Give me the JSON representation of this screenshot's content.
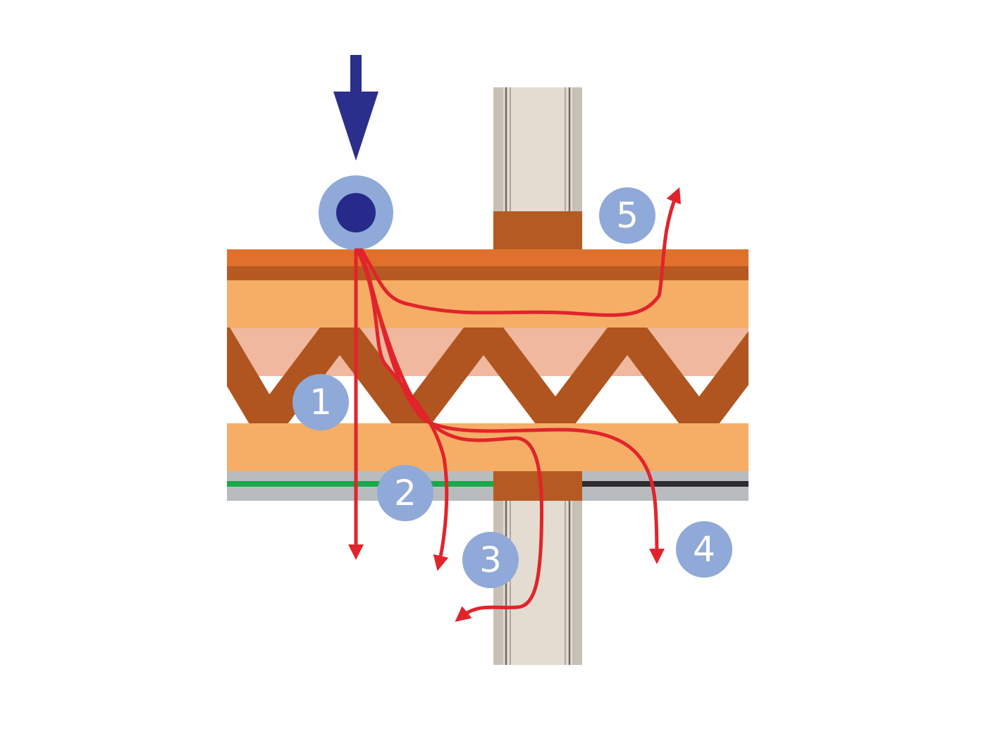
{
  "diagram": {
    "colors": {
      "load_arrow": "#2b2f8c",
      "load_point_outer": "#8fa9d8",
      "load_point_inner": "#272a8a",
      "path_red": "#e1242b",
      "badge": "#8fa9d8",
      "top_cap": "#e0712c",
      "top_cap_dark": "#b65a22",
      "chord": "#f6ae67",
      "web": "#b0551f",
      "web_band": "#f0b89e",
      "stud": "#e4dcd1",
      "stud_line": "#9b968f",
      "stud_edge": "#c8c0b6",
      "ceiling_gray": "#b9bcbe",
      "ceiling_green": "#1aa84b",
      "ceiling_black": "#2e2e30",
      "block": "#b55a22"
    },
    "paths": [
      {
        "id": "1",
        "label": "1"
      },
      {
        "id": "2",
        "label": "2"
      },
      {
        "id": "3",
        "label": "3"
      },
      {
        "id": "4",
        "label": "4"
      },
      {
        "id": "5",
        "label": "5"
      }
    ]
  }
}
